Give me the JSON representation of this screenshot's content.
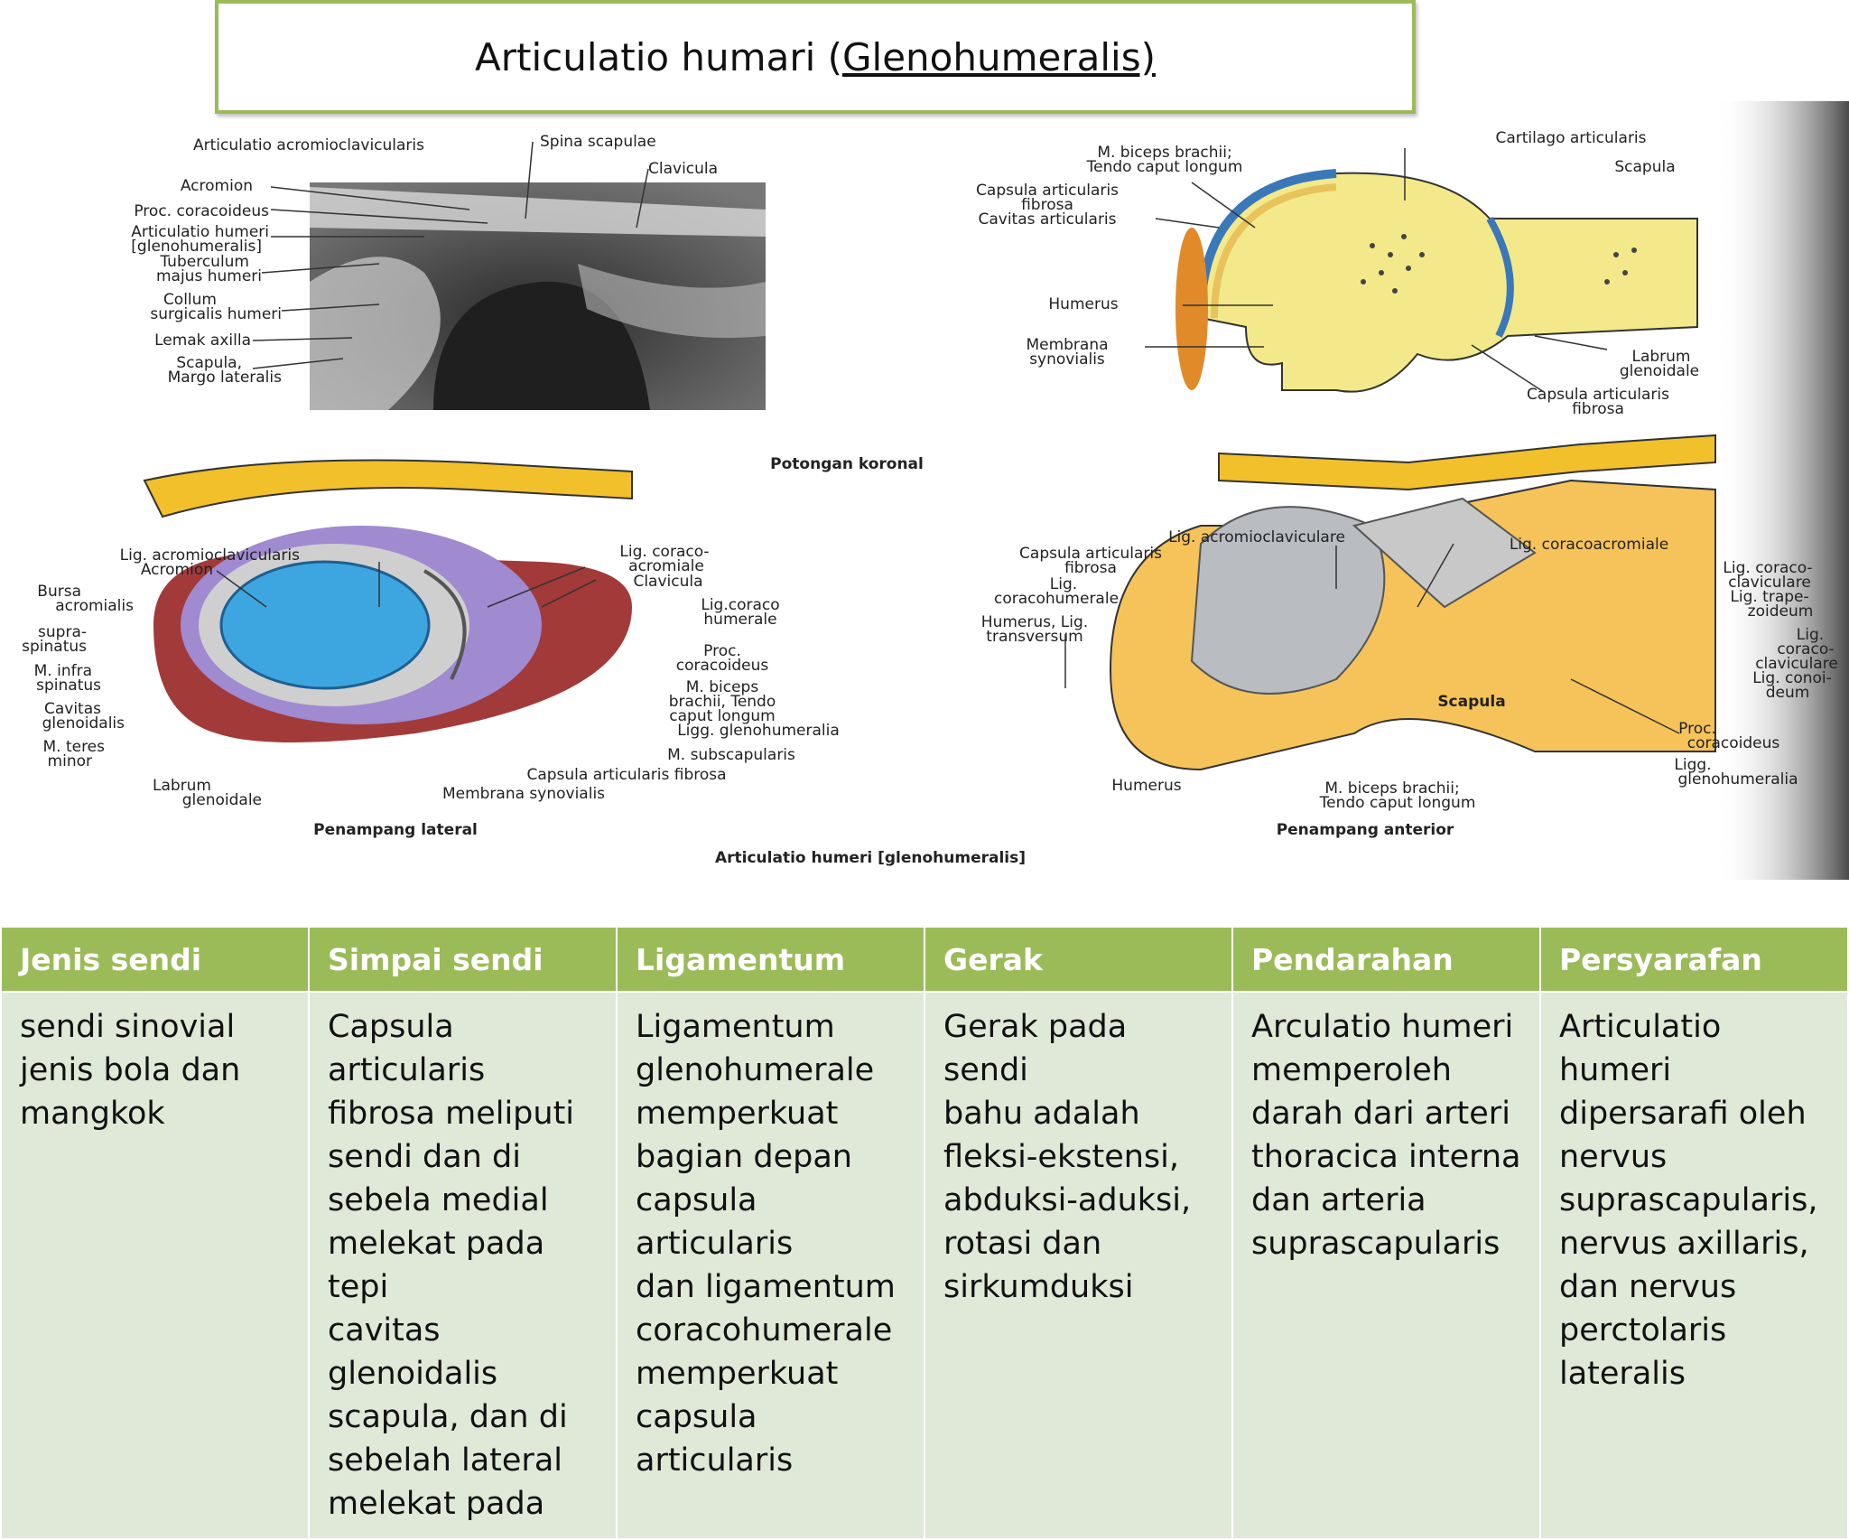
{
  "title": {
    "main": "Articulatio humari (",
    "underlined": "Glenohumeralis)"
  },
  "figure": {
    "coronal_labels": [
      "Articulatio acromioclavicularis",
      "Acromion",
      "Proc. coracoideus",
      "Articulatio humeri",
      "[glenohumeralis]",
      "Tuberculum",
      "majus humeri",
      "Collum",
      "surgicalis humeri",
      "Lemak axilla",
      "Scapula,",
      "Margo lateralis",
      "Spina scapulae",
      "Clavicula"
    ],
    "coronal_caption": "Potongan koronal",
    "section_labels": [
      "M. biceps brachii;",
      "Tendo caput longum",
      "Capsula articularis",
      "fibrosa",
      "Cavitas articularis",
      "Humerus",
      "Membrana",
      "synovialis",
      "Cartilago articularis",
      "Scapula",
      "Labrum",
      "glenoidale",
      "Capsula articularis",
      "fibrosa"
    ],
    "lateral_left_labels": [
      "Lig. acromioclavicularis",
      "Acromion",
      "Bursa",
      "acromialis",
      "supra-",
      "spinatus",
      "M. infra",
      "spinatus",
      "Cavitas",
      "glenoidalis",
      "M. teres",
      "minor",
      "Labrum",
      "glenoidale"
    ],
    "lateral_right_labels": [
      "Lig. coraco-",
      "acromiale",
      "Clavicula",
      "Lig.coraco",
      "humerale",
      "Proc.",
      "coracoideus",
      "M. biceps",
      "brachii, Tendo",
      "caput longum",
      "Ligg. glenohumeralia",
      "M. subscapularis",
      "Capsula articularis fibrosa",
      "Membrana synovialis"
    ],
    "lateral_caption": "Penampang lateral",
    "anterior_labels": [
      "Lig. acromioclaviculare",
      "Capsula articularis",
      "fibrosa",
      "Lig.",
      "coracohumerale",
      "Humerus, Lig.",
      "transversum",
      "Lig. coracoacromiale",
      "Lig. coraco-",
      "claviculare",
      "Lig. trape-",
      "zoideum",
      "Lig.",
      "coraco-",
      "claviculare",
      "Lig. conoi-",
      "deum",
      "Scapula",
      "Proc.",
      "coracoideus",
      "Ligg.",
      "glenohumeralia",
      "Humerus",
      "M. biceps brachii;",
      "Tendo caput longum"
    ],
    "anterior_caption": "Penampang anterior",
    "main_caption": "Articulatio humeri [glenohumeralis]"
  },
  "table": {
    "headers": [
      "Jenis sendi",
      "Simpai sendi",
      "Ligamentum",
      "Gerak",
      "Pendarahan",
      "Persyarafan"
    ],
    "rows": [
      [
        [
          "sendi sinovial",
          "jenis bola dan",
          "mangkok"
        ],
        [
          "Capsula articularis",
          "fibrosa meliputi",
          "sendi dan di",
          "sebela medial",
          "melekat pada tepi",
          "cavitas glenoidalis",
          "scapula, dan di",
          "sebelah lateral",
          "melekat pada"
        ],
        [
          "Ligamentum",
          "glenohumerale",
          "memperkuat",
          "bagian depan",
          "capsula articularis",
          "dan ligamentum",
          "coracohumerale",
          "memperkuat",
          "capsula articularis"
        ],
        [
          "Gerak pada sendi",
          "bahu adalah",
          "fleksi-ekstensi,",
          "abduksi-aduksi,",
          "rotasi dan",
          "sirkumduksi"
        ],
        [
          "Arculatio humeri",
          "memperoleh",
          "darah dari arteri",
          "thoracica interna",
          "dan arteria",
          "suprascapularis"
        ],
        [
          "Articulatio humeri",
          "dipersarafi oleh",
          "nervus",
          "suprascapularis,",
          "nervus axillaris,",
          "dan nervus",
          "perctolaris",
          "lateralis"
        ]
      ]
    ]
  },
  "colors": {
    "accent": "#9bbb59",
    "header_text": "#ffffff",
    "cell_bg": "#e0e8d8"
  }
}
